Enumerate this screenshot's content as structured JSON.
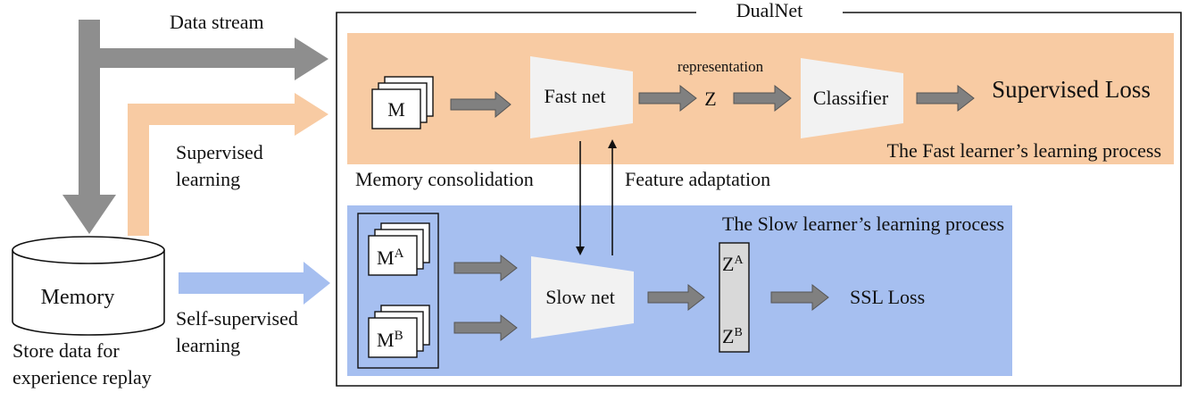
{
  "diagram": {
    "title": "DualNet",
    "flows": {
      "data_stream": "Data stream",
      "supervised_learning": [
        "Supervised",
        "learning"
      ],
      "self_supervised_learning": [
        "Self-supervised",
        "learning"
      ]
    },
    "memory": {
      "label": "Memory",
      "caption": [
        "Store data for",
        "experience replay"
      ]
    },
    "fast_learner": {
      "process_label": "The Fast learner’s learning process",
      "input_label": "M",
      "net_label": "Fast net",
      "representation_label": "representation",
      "z_label": "Z",
      "classifier_label": "Classifier",
      "loss_label": "Supervised Loss"
    },
    "between": {
      "memory_consolidation": "Memory consolidation",
      "feature_adaptation": "Feature adaptation"
    },
    "slow_learner": {
      "process_label": "The Slow learner’s learning process",
      "input_a": {
        "base": "M",
        "sup": "A"
      },
      "input_b": {
        "base": "M",
        "sup": "B"
      },
      "net_label": "Slow net",
      "z_a": {
        "base": "Z",
        "sup": "A"
      },
      "z_b": {
        "base": "Z",
        "sup": "B"
      },
      "loss_label": "SSL Loss"
    },
    "colors": {
      "fast_region": "#f8cba3",
      "slow_region": "#a6bff0",
      "data_stream_arrow": "#8e8e8e",
      "supervised_arrow": "#f8cba3",
      "self_supervised_arrow": "#a6bff0",
      "small_arrow_fill": "#808080",
      "net_fill": "#f2f2f2",
      "z_box_fill": "#d9d9d9"
    }
  }
}
